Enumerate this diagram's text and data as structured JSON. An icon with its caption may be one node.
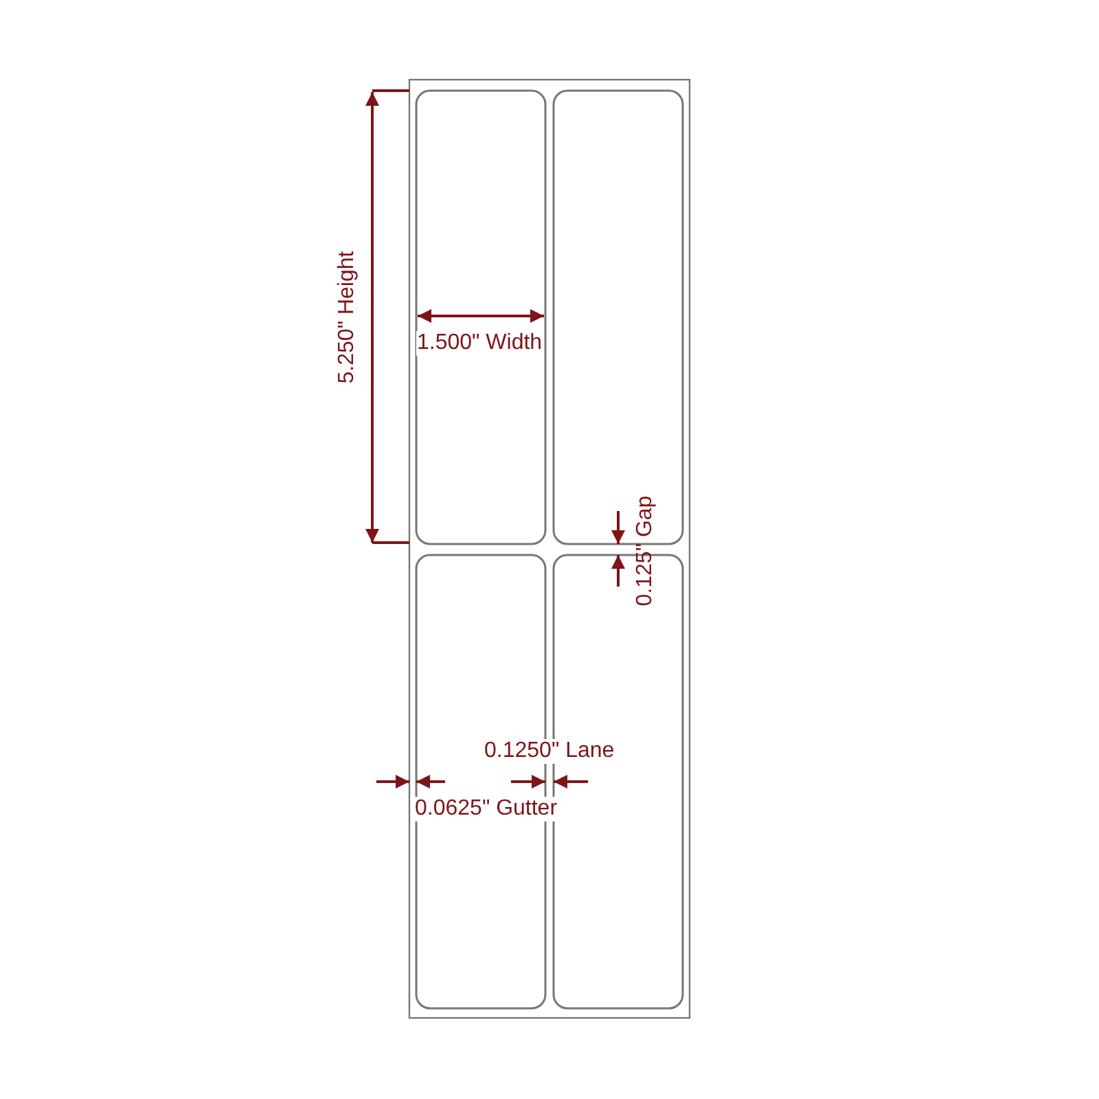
{
  "diagram": {
    "labels": [
      "5.250\" Height",
      "1.500\" Width",
      "0.125\" Gap",
      "0.1250\" Lane",
      "0.0625\" Gutter"
    ]
  }
}
